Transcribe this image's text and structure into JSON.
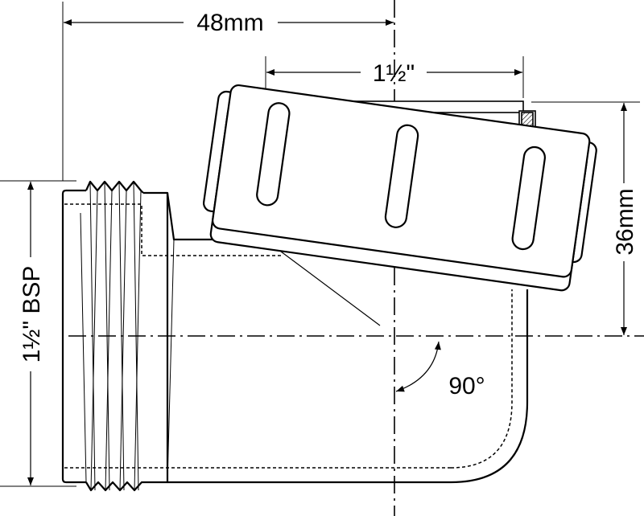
{
  "dimensions": {
    "overall_length": "48mm",
    "outlet_size": "1½\"",
    "outlet_height": "36mm",
    "inlet_thread": "1½\" BSP",
    "angle": "90°"
  },
  "colors": {
    "line": "#000000",
    "background": "#ffffff",
    "hatch": "#000000"
  }
}
